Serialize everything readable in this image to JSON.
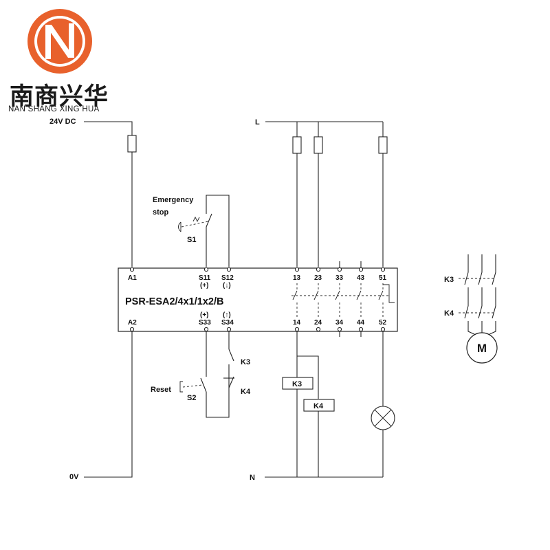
{
  "logo": {
    "cn": "南商兴华",
    "en": "NAN SHANG XING HUA",
    "colors": {
      "ring": "#e8612c",
      "mark": "#ffffff"
    }
  },
  "supply": {
    "dc": "24V DC",
    "zero": "0V",
    "line": "L",
    "neutral": "N"
  },
  "module": {
    "name": "PSR-ESA2/4x1/1x2/B",
    "top_terminals": [
      "A1",
      "S11",
      "S12",
      "13",
      "23",
      "33",
      "43",
      "51"
    ],
    "bottom_terminals": [
      "A2",
      "S33",
      "S34",
      "14",
      "24",
      "34",
      "44",
      "52"
    ],
    "polarity": {
      "s11": "(+)",
      "s12": "(↓)",
      "s33": "(+)",
      "s34": "(↑)"
    }
  },
  "emergency_stop": {
    "line1": "Emergency",
    "line2": "stop",
    "ref": "S1"
  },
  "reset": {
    "label": "Reset",
    "ref": "S2"
  },
  "feedback_contacts": {
    "k3": "K3",
    "k4": "K4"
  },
  "coils": {
    "k3": "K3",
    "k4": "K4"
  },
  "motor": {
    "k3": "K3",
    "k4": "K4",
    "symbol": "M"
  }
}
